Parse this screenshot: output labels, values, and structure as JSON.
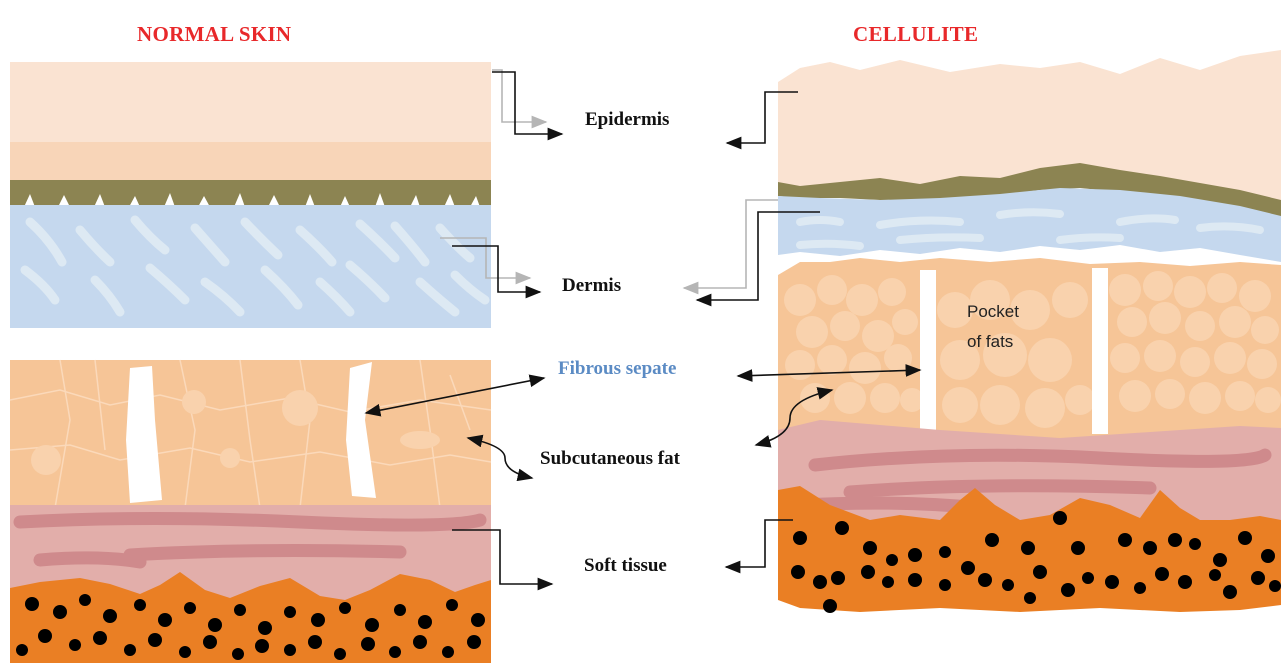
{
  "titles": {
    "normal": "NORMAL SKIN",
    "cellulite": "CELLULITE"
  },
  "labels": {
    "epidermis": "Epidermis",
    "dermis": "Dermis",
    "fibrous_sepate": "Fibrous sepate",
    "subcutaneous_fat": "Subcutaneous fat",
    "soft_tissue": "Soft tissue",
    "pocket_line1": "Pocket",
    "pocket_line2": "of fats"
  },
  "colors": {
    "title": "#e8282a",
    "fibrous_label": "#5b8bc4",
    "epidermis": "#fae3d2",
    "epidermis_base": "#f8d5b8",
    "basement": "#8c8452",
    "dermis": "#c5d8ee",
    "dermis_streak": "#dde9f3",
    "fat": "#f6c597",
    "fat_globule": "#f9d2ad",
    "soft_tissue": "#e2aeaa",
    "muscle_streak": "#cf8a8c",
    "deep_layer": "#ea7f24",
    "dots": "#000000"
  }
}
